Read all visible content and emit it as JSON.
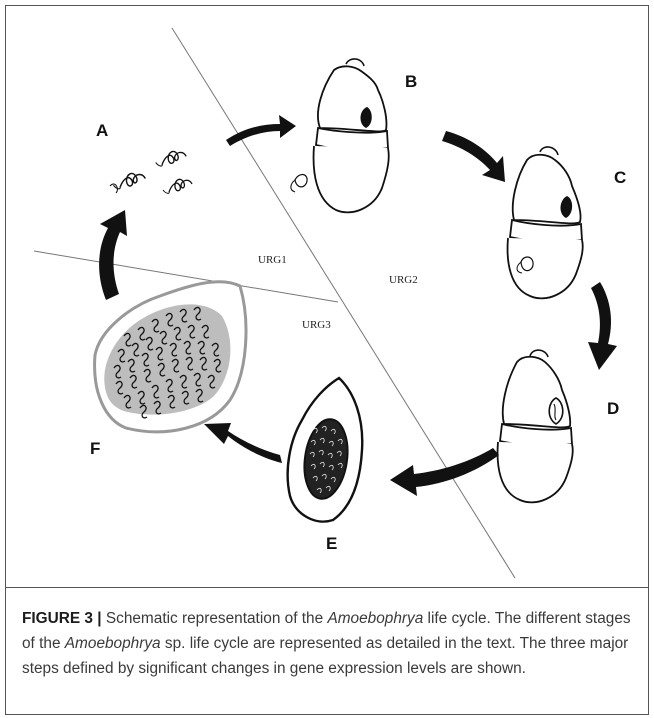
{
  "figure": {
    "stage_labels": {
      "A": "A",
      "B": "B",
      "C": "C",
      "D": "D",
      "E": "E",
      "F": "F"
    },
    "region_labels": {
      "urg1": "URG1",
      "urg2": "URG2",
      "urg3": "URG3"
    }
  },
  "caption": {
    "figure_label": "FIGURE 3",
    "separator": "|",
    "part1": " Schematic representation of the ",
    "organism_1": "Amoebophrya",
    "part2": " life cycle. The different stages of the ",
    "organism_2": "Amoebophrya",
    "part3": " sp. life cycle are represented as detailed in the text. The three major steps defined by significant changes in gene expression levels are shown."
  }
}
